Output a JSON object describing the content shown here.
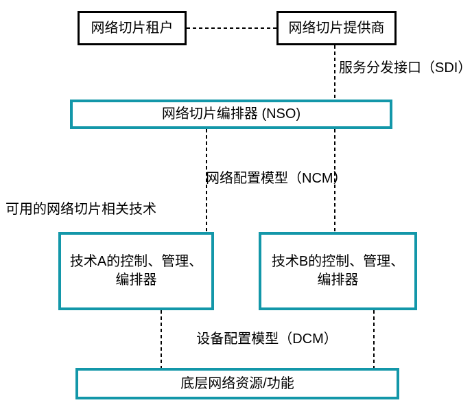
{
  "diagram": {
    "nodes": {
      "tenant": {
        "label": "网络切片租户"
      },
      "provider": {
        "label": "网络切片提供商"
      },
      "nso": {
        "label": "网络切片编排器 (NSO)"
      },
      "tech_a": {
        "line1": "技术A的控制、管理、",
        "line2": "编排器"
      },
      "tech_b": {
        "line1": "技术B的控制、管理、",
        "line2": "编排器"
      },
      "resources": {
        "label": "底层网络资源/功能"
      }
    },
    "edge_labels": {
      "sdi": "服务分发接口（SDI）",
      "ncm": "网络配置模型（NCM）",
      "dcm": "设备配置模型（DCM）"
    },
    "annotations": {
      "available_tech": "可用的网络切片相关技术"
    },
    "colors": {
      "teal": "#1397a9",
      "black": "#000000",
      "background": "#ffffff"
    }
  }
}
